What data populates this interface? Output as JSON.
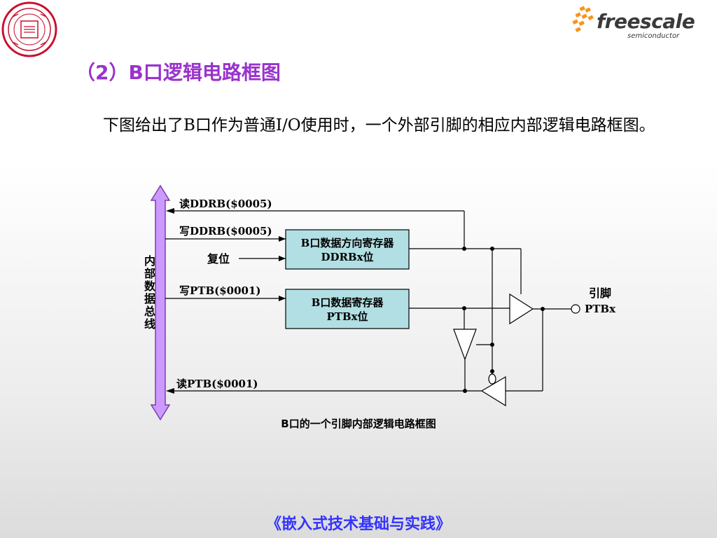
{
  "header": {
    "brand_name": "freescale",
    "brand_sub": "semiconductor",
    "brand_color": "#f7941d",
    "seal_color": "#c8102e"
  },
  "slide": {
    "title": "（2）B口逻辑电路框图",
    "paragraph": "下图给出了B口作为普通I/O使用时，一个外部引脚的相应内部逻辑电路框图。"
  },
  "diagram": {
    "bus_label": "内部数据总线",
    "lines": {
      "read_ddrb": "读DDRB($0005)",
      "write_ddrb": "写DDRB($0005)",
      "reset": "复位",
      "write_ptb": "写PTB($0001)",
      "read_ptb": "读PTB($0001)"
    },
    "ddr_block": {
      "line1": "B口数据方向寄存器",
      "line2": "DDRBx位"
    },
    "ptb_block": {
      "line1": "B口数据寄存器",
      "line2": "PTBx位"
    },
    "pin": {
      "line1": "引脚",
      "line2": "PTBx"
    },
    "bus_color": "#cc99ff",
    "block_fill": "#b2dfe3"
  },
  "caption": "B口的一个引脚内部逻辑电路框图",
  "footer": "《嵌入式技术基础与实践》"
}
